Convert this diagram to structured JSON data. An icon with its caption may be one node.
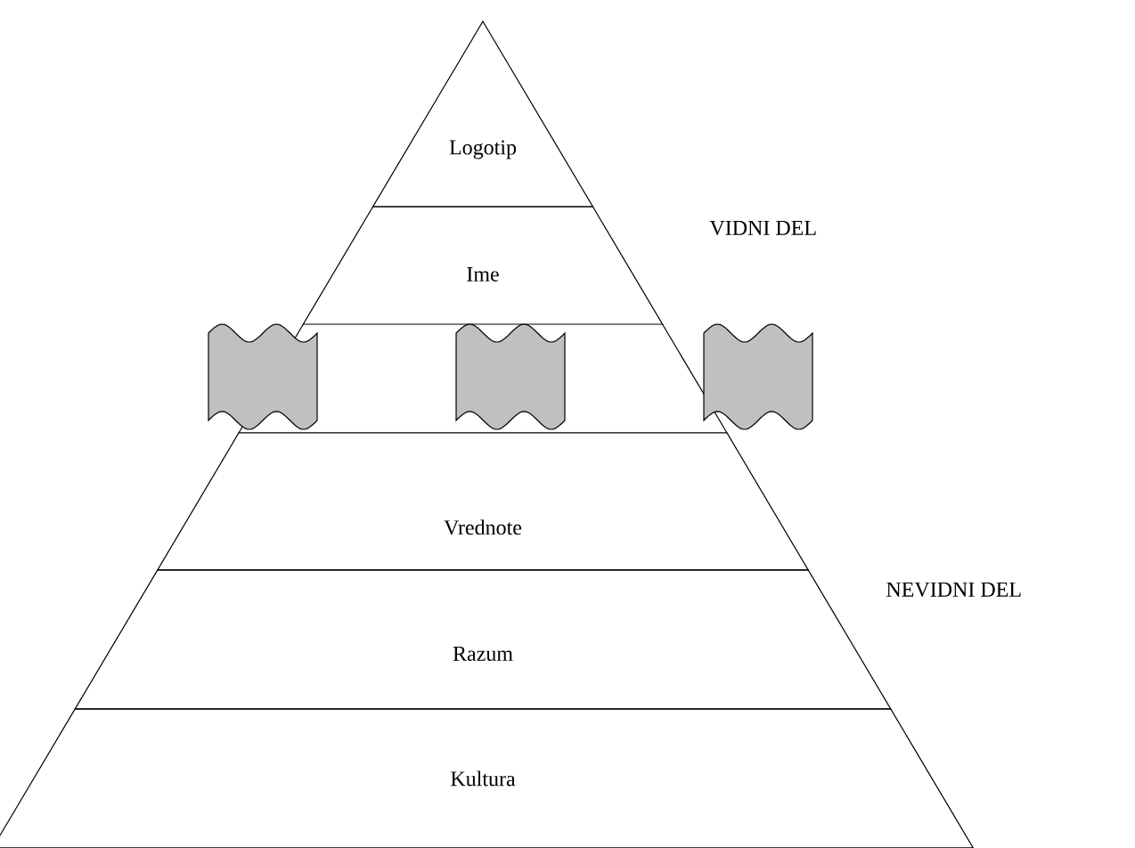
{
  "diagram": {
    "nodes": [
      {
        "text": [
          "Logotip"
        ]
      },
      {
        "text": [
          "Ime"
        ]
      },
      {
        "text": [
          "Vrednote"
        ]
      },
      {
        "text": [
          "Razum"
        ]
      },
      {
        "text": [
          "Kultura"
        ]
      }
    ],
    "labels": [
      "VIDNI DEL",
      "NEVIDNI DEL"
    ]
  }
}
